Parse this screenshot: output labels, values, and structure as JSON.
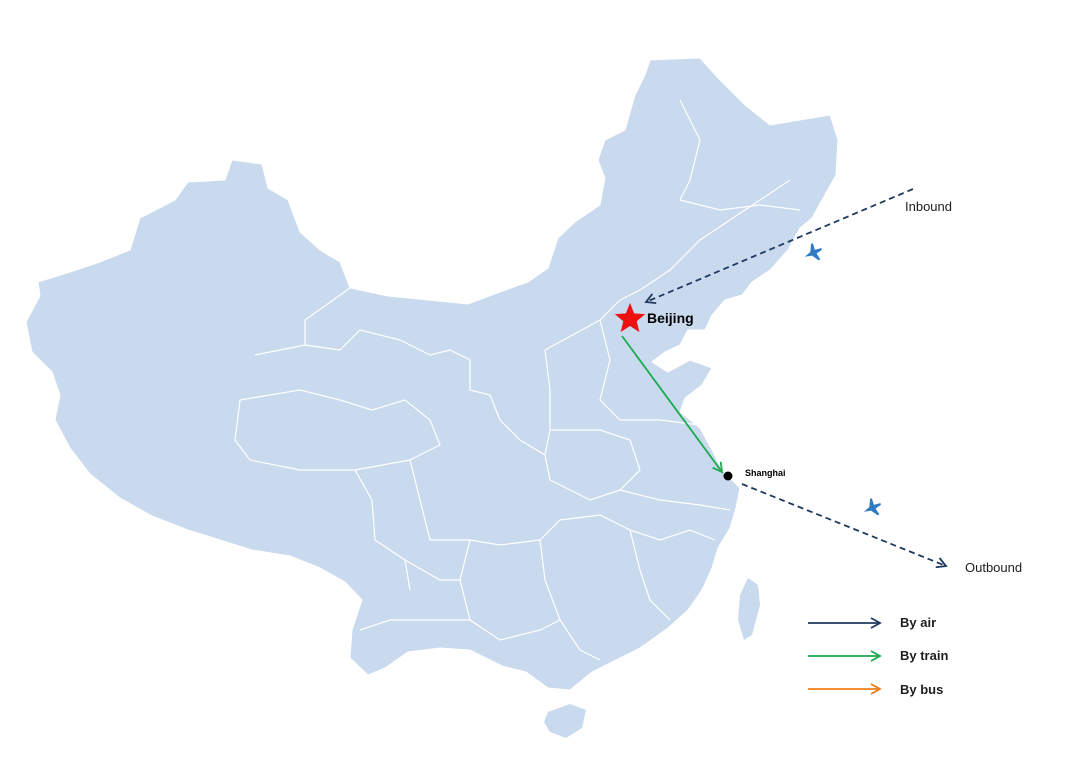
{
  "map": {
    "land_color": "#c9d9ee",
    "border_color": "#ffffff"
  },
  "cities": {
    "beijing": {
      "label": "Beijing",
      "marker": "star-icon",
      "color": "#ee1111"
    },
    "shanghai": {
      "label": "Shanghai",
      "marker": "dot-icon",
      "color": "#000000"
    }
  },
  "routes": {
    "inbound": {
      "label": "Inbound",
      "mode": "air",
      "style": "dashed",
      "icon": "airplane-icon"
    },
    "domestic": {
      "mode": "train",
      "style": "solid"
    },
    "outbound": {
      "label": "Outbound",
      "mode": "air",
      "style": "dashed",
      "icon": "airplane-icon"
    }
  },
  "legend": [
    {
      "label": "By air",
      "color": "#1f3a5f"
    },
    {
      "label": "By train",
      "color": "#1aab4f"
    },
    {
      "label": "By bus",
      "color": "#ef7d1a"
    }
  ],
  "plane_color": "#2f7cc3"
}
